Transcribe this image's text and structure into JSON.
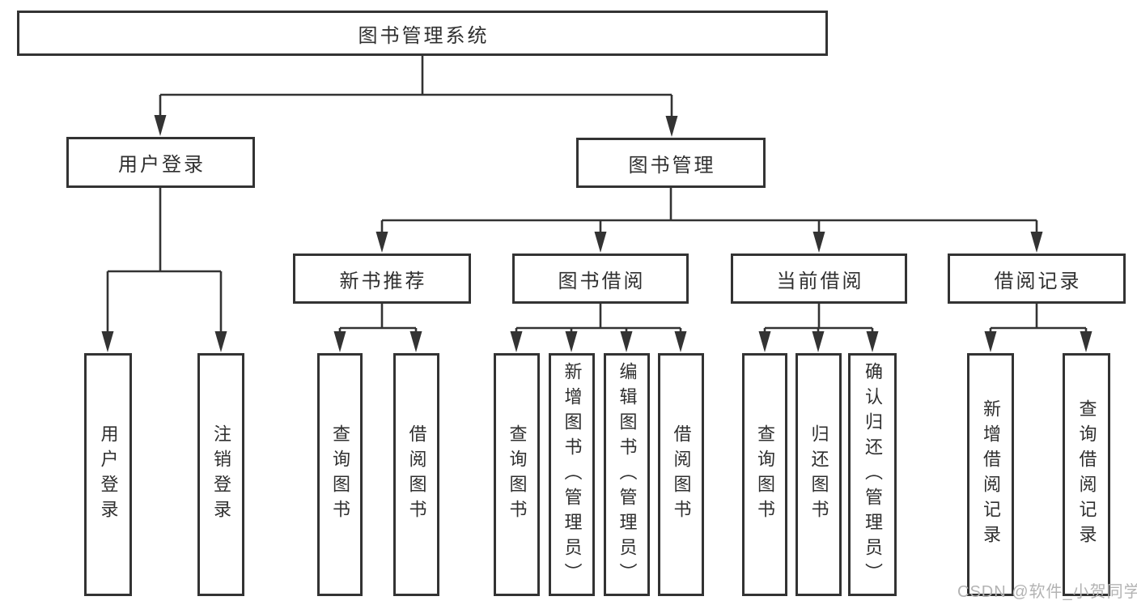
{
  "diagram": {
    "title": "图书管理系统",
    "branches": [
      {
        "label": "用户登录",
        "children": [
          {
            "label": "用户登录"
          },
          {
            "label": "注销登录"
          }
        ]
      },
      {
        "label": "图书管理",
        "children": [
          {
            "label": "新书推荐",
            "children": [
              {
                "label": "查询图书"
              },
              {
                "label": "借阅图书"
              }
            ]
          },
          {
            "label": "图书借阅",
            "children": [
              {
                "label": "查询图书"
              },
              {
                "label": "新增图书（管理员）"
              },
              {
                "label": "编辑图书（管理员）"
              },
              {
                "label": "借阅图书"
              }
            ]
          },
          {
            "label": "当前借阅",
            "children": [
              {
                "label": "查询图书"
              },
              {
                "label": "归还图书"
              },
              {
                "label": "确认归还（管理员）"
              }
            ]
          },
          {
            "label": "借阅记录",
            "children": [
              {
                "label": "新增借阅记录"
              },
              {
                "label": "查询借阅记录"
              }
            ]
          }
        ]
      }
    ]
  },
  "watermark": "CSDN @软件_小贺同学",
  "colors": {
    "line": "#333333",
    "box_border": "#333333",
    "box_background": "#ffffff",
    "text": "#2f2f2f",
    "watermark_text": "#b3b3b3",
    "page_background": "#ffffff"
  }
}
